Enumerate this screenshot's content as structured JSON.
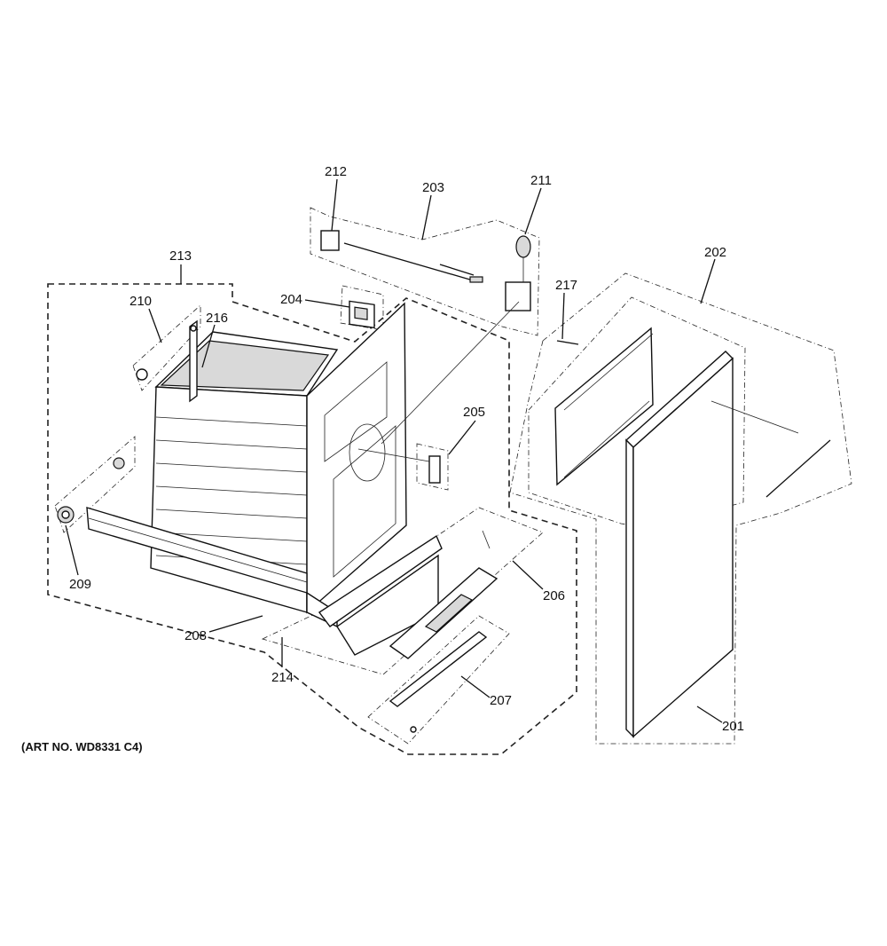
{
  "art_number": "(ART NO. WD8331 C4)",
  "callouts": {
    "c201": "201",
    "c202": "202",
    "c203": "203",
    "c204": "204",
    "c205": "205",
    "c206": "206",
    "c207": "207",
    "c208": "208",
    "c209": "209",
    "c210": "210",
    "c211": "211",
    "c212": "212",
    "c213": "213",
    "c214": "214",
    "c216": "216",
    "c217": "217"
  }
}
